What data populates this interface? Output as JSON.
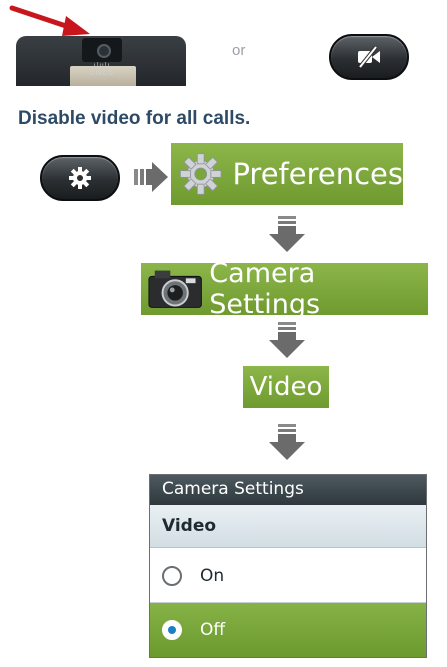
{
  "top": {
    "separator_text": "or",
    "device_logo_text": "CISCO",
    "icons": {
      "arrow": "red-arrow-icon",
      "camera": "camera-lens-icon",
      "video_mute": "video-mute-icon",
      "settings": "gear-icon"
    }
  },
  "heading": "Disable video for all calls.",
  "steps": {
    "preferences_label": "Preferences",
    "camera_settings_label": "Camera Settings",
    "video_label": "Video"
  },
  "panel": {
    "title": "Camera Settings",
    "section": "Video",
    "options": [
      {
        "label": "On",
        "selected": false
      },
      {
        "label": "Off",
        "selected": true
      }
    ]
  },
  "colors": {
    "accent_green": "#7aa63b",
    "heading_blue": "#2d4a66",
    "arrow_red": "#c8161d",
    "flow_arrow_gray": "#6b6b6b",
    "radio_selected": "#1e7fc4"
  }
}
